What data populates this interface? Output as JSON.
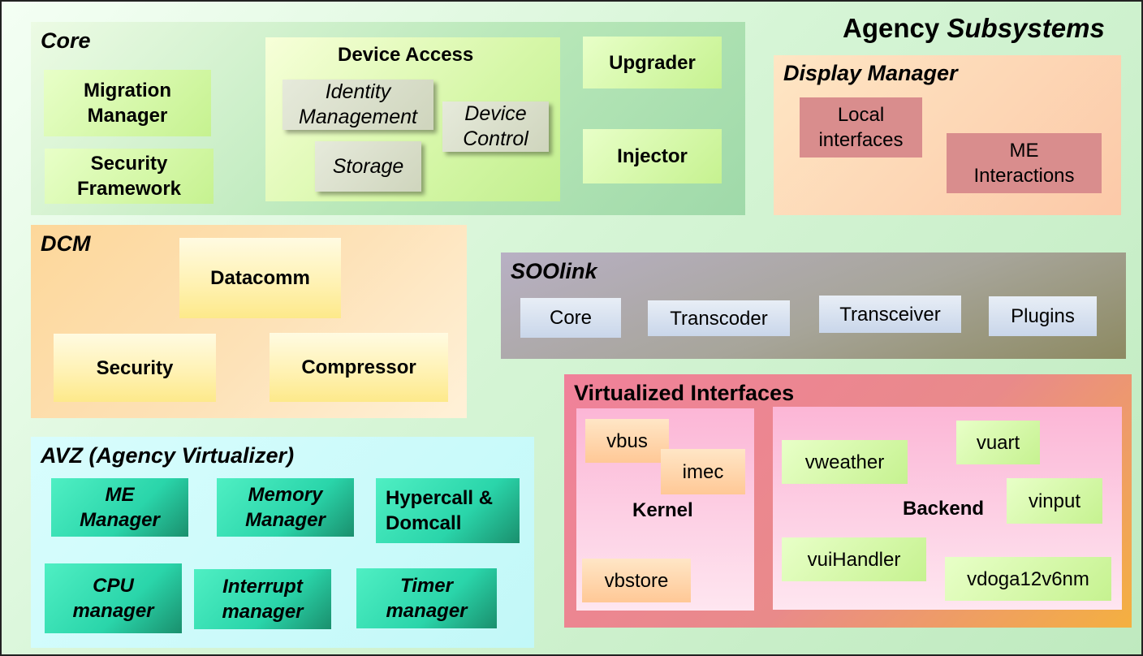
{
  "title": {
    "bold": "Agency ",
    "italic": "Subsystems"
  },
  "core": {
    "title": "Core",
    "migration_manager": "Migration\nManager",
    "security_framework": "Security\nFramework",
    "upgrader": "Upgrader",
    "injector": "Injector",
    "device_access": {
      "title": "Device Access",
      "identity_management": "Identity\nManagement",
      "device_control": "Device\nControl",
      "storage": "Storage"
    }
  },
  "display_manager": {
    "title": "Display Manager",
    "local_interfaces": "Local\ninterfaces",
    "me_interactions": "ME\nInteractions"
  },
  "dcm": {
    "title": "DCM",
    "datacomm": "Datacomm",
    "security": "Security",
    "compressor": "Compressor"
  },
  "soolink": {
    "title": "SOOlink",
    "items": [
      "Core",
      "Transcoder",
      "Transceiver",
      "Plugins"
    ]
  },
  "avz": {
    "title": "AVZ (Agency Virtualizer)",
    "me_manager": "ME\nManager",
    "memory_manager": "Memory\nManager",
    "hypercall": "Hypercall &\nDomcall",
    "cpu_manager": "CPU\nmanager",
    "interrupt_manager": "Interrupt\nmanager",
    "timer_manager": "Timer\nmanager"
  },
  "virtualized_interfaces": {
    "title": "Virtualized Interfaces",
    "kernel": {
      "label": "Kernel",
      "vbus": "vbus",
      "imec": "imec",
      "vbstore": "vbstore"
    },
    "backend": {
      "label": "Backend",
      "vweather": "vweather",
      "vuart": "vuart",
      "vinput": "vinput",
      "vuihandler": "vuiHandler",
      "vdoga": "vdoga12v6nm"
    }
  }
}
